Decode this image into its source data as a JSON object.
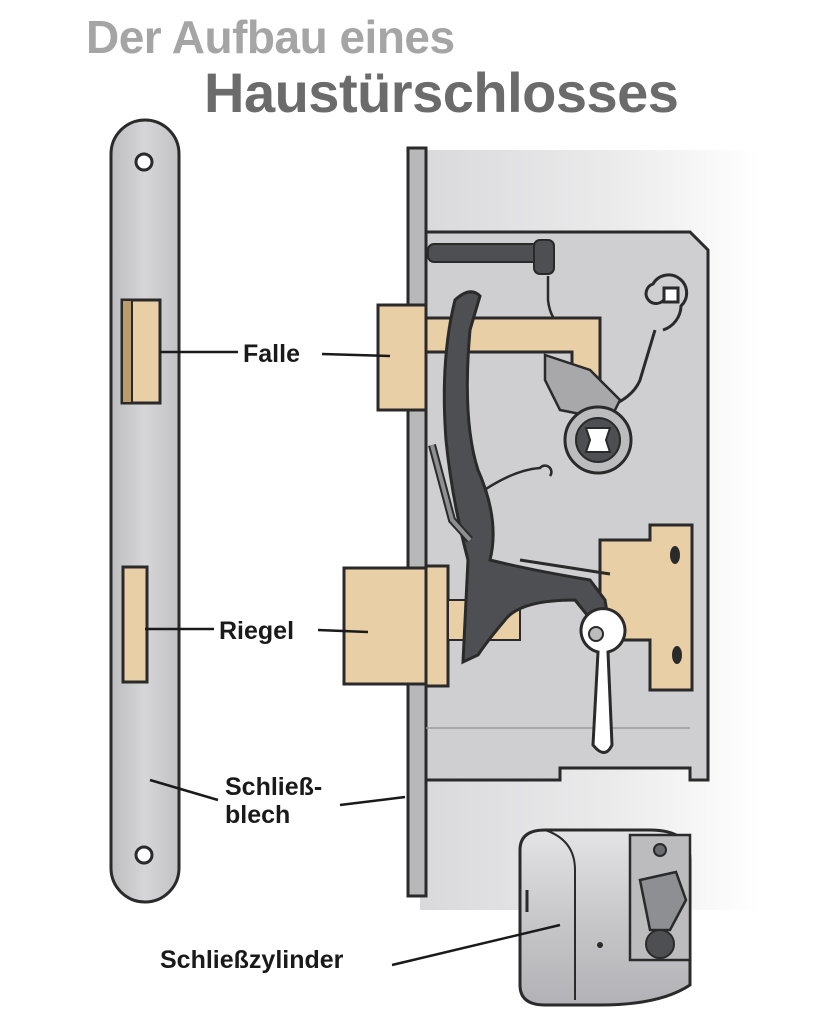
{
  "title": {
    "line1": "Der Aufbau eines",
    "line2": "Haustürschlosses"
  },
  "labels": {
    "falle": "Falle",
    "riegel": "Riegel",
    "schliessblech_1": "Schließ-",
    "schliessblech_2": "blech",
    "schliesszylinder": "Schließzylinder"
  },
  "colors": {
    "metal": "#c9c9cb",
    "metal_dark": "#a8a8ab",
    "brass": "#e9cfa6",
    "lever": "#4e4f52",
    "outline": "#2a2a2a",
    "title_light": "#a5a5a5",
    "title_dark": "#6b6b6b"
  }
}
